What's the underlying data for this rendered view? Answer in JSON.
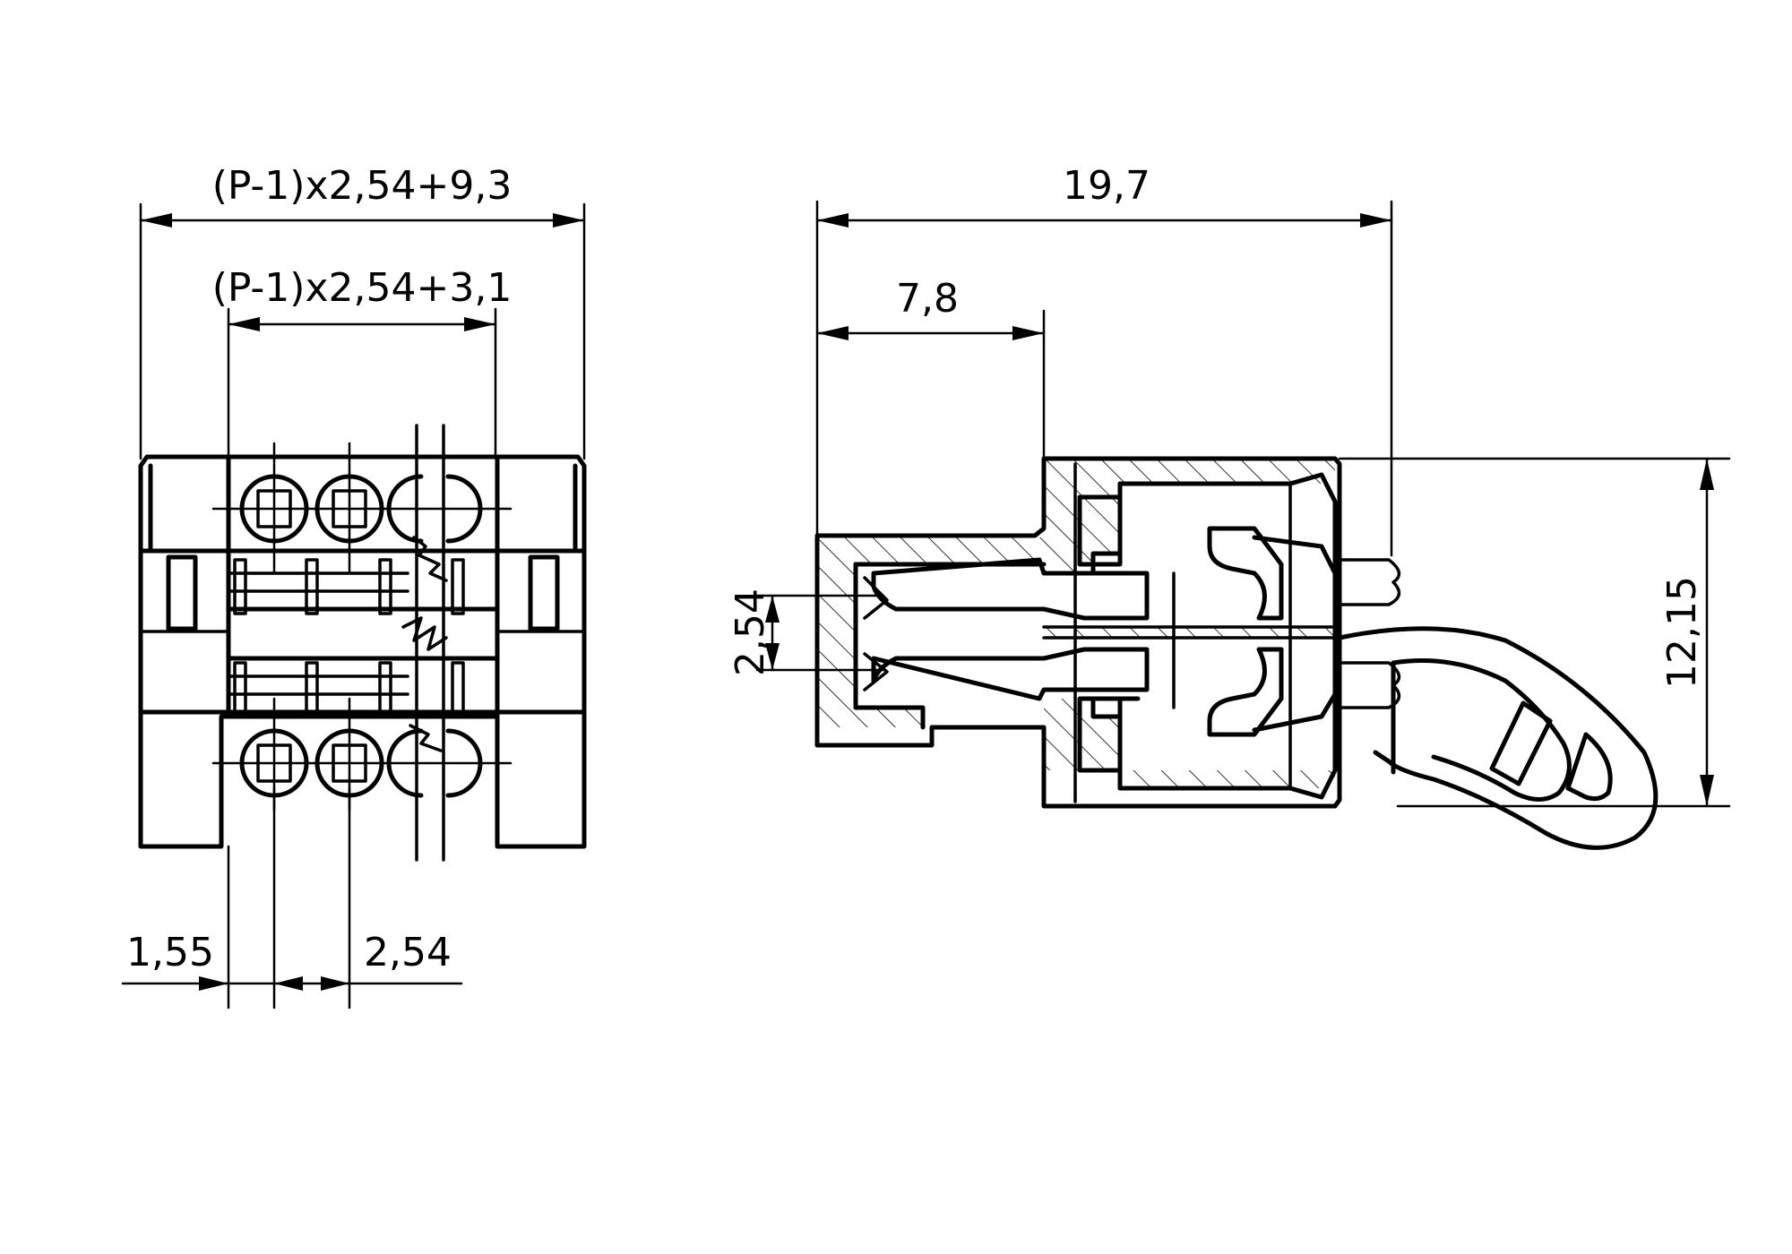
{
  "dimensions": {
    "front_overall_width": "(P-1)x2,54+9,3",
    "front_inner_width": "(P-1)x2,54+3,1",
    "front_edge_offset": "1,55",
    "front_pitch": "2,54",
    "side_overall_length": "19,7",
    "side_partial_length": "7,8",
    "side_pitch": "2,54",
    "side_height": "12,15"
  },
  "colors": {
    "line": "#000000",
    "background": "#ffffff"
  }
}
